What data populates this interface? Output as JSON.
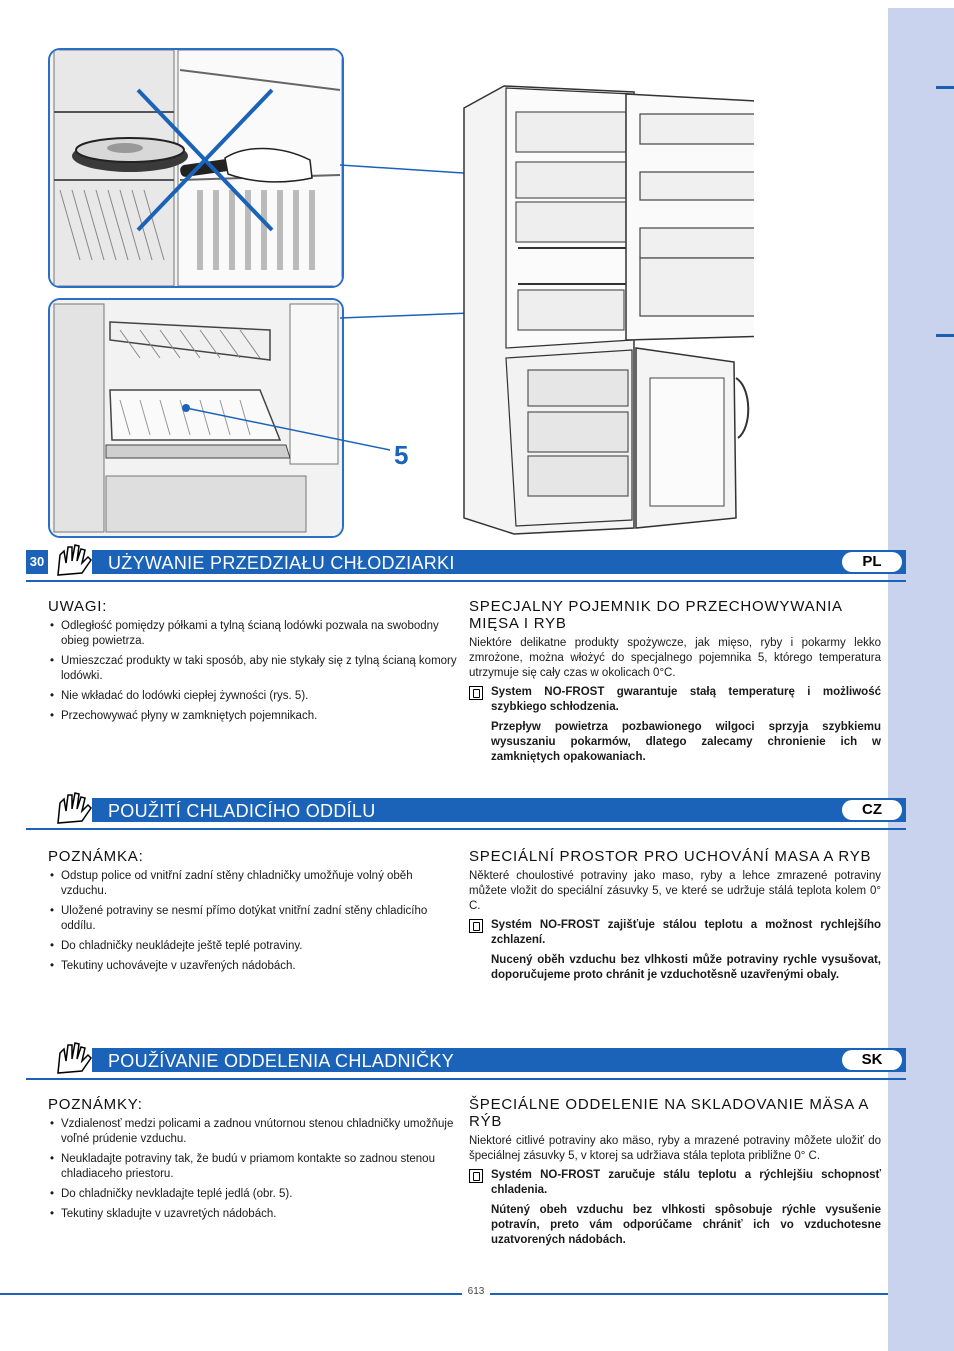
{
  "page": {
    "page_number": "30",
    "footer_code": "613",
    "callout_label": "5"
  },
  "sections": {
    "pl": {
      "lang": "PL",
      "title": "UŻYWANIE PRZEDZIAŁU CHŁODZIARKI",
      "left_heading": "UWAGI:",
      "bullets": [
        "Odległość pomiędzy półkami a tylną ścianą lodówki pozwala na swobodny obieg powietrza.",
        "Umieszczać produkty w taki sposób, aby nie stykały się z tylną ścianą komory lodówki.",
        "Nie wkładać do lodówki ciepłej żywności (rys. 5).",
        "Przechowywać płyny w zamkniętych pojemnikach."
      ],
      "right_heading": "SPECJALNY POJEMNIK DO PRZECHOWYWANIA MIĘSA I RYB",
      "right_para": "Niektóre delikatne produkty spożywcze, jak mięso, ryby i pokarmy lekko zmrożone, można włożyć do specjalnego pojemnika 5, którego temperatura utrzymuje się cały czas w okolicach 0°C.",
      "note": "System NO-FROST gwarantuje stałą temperaturę i możliwość szybkiego schłodzenia.",
      "note_para": "Przepływ powietrza pozbawionego wilgoci sprzyja szybkiemu wysuszaniu pokarmów, dlatego zalecamy chronienie ich w zamkniętych opakowaniach."
    },
    "cz": {
      "lang": "CZ",
      "title": "POUŽITÍ CHLADICÍHO ODDÍLU",
      "left_heading": "POZNÁMKA:",
      "bullets": [
        "Odstup police od vnitřní zadní stěny chladničky umožňuje volný oběh vzduchu.",
        "Uložené potraviny se nesmí přímo dotýkat vnitřní zadní stěny chladicího oddílu.",
        "Do chladničky neukládejte ještě teplé potraviny.",
        "Tekutiny uchovávejte v uzavřených nádobách."
      ],
      "right_heading": "SPECIÁLNÍ PROSTOR PRO UCHOVÁNÍ MASA A RYB",
      "right_para": "Některé choulostivé potraviny jako maso, ryby a lehce zmrazené potraviny můžete vložit do speciální zásuvky 5, ve které se udržuje stálá teplota kolem 0° C.",
      "note": "Systém NO-FROST zajišťuje stálou teplotu a možnost rychlejšího zchlazení.",
      "note_para": "Nucený oběh vzduchu bez vlhkosti může potraviny rychle vysušovat, doporučujeme proto chránit je vzduchotěsně uzavřenými obaly."
    },
    "sk": {
      "lang": "SK",
      "title": "POUŽÍVANIE ODDELENIA CHLADNIČKY",
      "left_heading": "POZNÁMKY:",
      "bullets": [
        "Vzdialenosť medzi policami a zadnou vnútornou stenou chladničky umožňuje voľné prúdenie vzduchu.",
        "Neukladajte potraviny tak, že budú v priamom kontakte so zadnou stenou chladiaceho priestoru.",
        "Do chladničky nevkladajte teplé jedlá (obr. 5).",
        "Tekutiny skladujte v uzavretých nádobách."
      ],
      "right_heading": "ŠPECIÁLNE ODDELENIE NA SKLADOVANIE MÄSA A RÝB",
      "right_para": "Niektoré citlivé potraviny ako mäso, ryby a mrazené potraviny môžete uložiť do špeciálnej zásuvky 5, v ktorej sa udržiava stála teplota približne 0° C.",
      "note": "Systém NO-FROST zaručuje stálu teplotu a rýchlejšiu schopnosť chladenia.",
      "note_para": "Nútený obeh vzduchu bez vlhkosti spôsobuje rýchle vysušenie potravín, preto vám odporúčame chrániť ich vo vzduchotesne uzatvorených nádobách."
    }
  },
  "colors": {
    "accent_blue": "#1b63b8",
    "side_strip": "#c9d3ee"
  },
  "icons": {
    "hand": "hand-icon",
    "note": "fridge-note-icon",
    "cross": "cross-out-icon"
  }
}
